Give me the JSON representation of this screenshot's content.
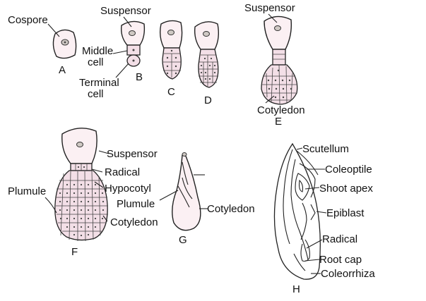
{
  "labels": {
    "cospore": "Cospore",
    "suspensor_b": "Suspensor",
    "middle_cell": "Middle",
    "middle_cell_2": "cell",
    "terminal_cell": "Terminal",
    "terminal_cell_2": "cell",
    "suspensor_e": "Suspensor",
    "cotyledon_e": "Cotyledon",
    "suspensor_f": "Suspensor",
    "radical_f": "Radical",
    "hypocotyl_f": "Hypocotyl",
    "plumule_f": "Plumule",
    "cotyledon_f": "Cotyledon",
    "plumule_g": "Plumule",
    "cotyledon_g": "Cotyledon",
    "scutellum": "Scutellum",
    "coleoptile": "Coleoptile",
    "shoot_apex": "Shoot apex",
    "epiblast": "Epiblast",
    "radical_h": "Radical",
    "root_cap": "Root cap",
    "coleorrhiza": "Coleorrhiza"
  },
  "stages": {
    "a": "A",
    "b": "B",
    "c": "C",
    "d": "D",
    "e": "E",
    "f": "F",
    "g": "G",
    "h": "H"
  }
}
